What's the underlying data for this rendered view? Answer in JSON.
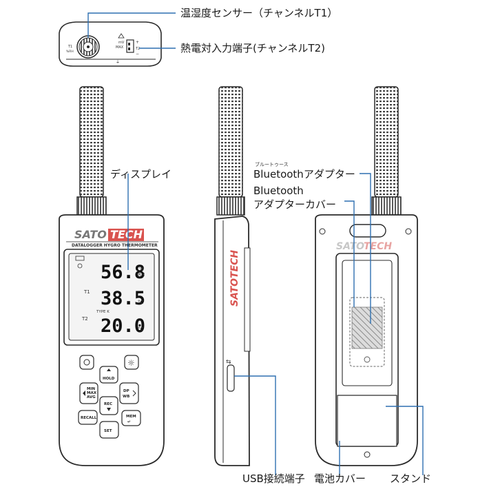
{
  "callouts": {
    "sensor_t1": "温湿度センサー（チャンネルT1）",
    "thermocouple_t2": "熱電対入力端子(チャンネルT2)",
    "display": "ディスプレイ",
    "bluetooth_ruby": "ブルートゥース",
    "bluetooth_adapter": "Bluetoothアダプター",
    "bluetooth_cover_line1": "Bluetooth",
    "bluetooth_cover_line2": "アダプターカバー",
    "usb_port": "USB接続端子",
    "battery_cover": "電池カバー",
    "stand": "スタンド"
  },
  "top_view": {
    "t1_label": "T1",
    "rh_label": "%RH",
    "mv_label": "mV",
    "max_label": "MAX",
    "t2_label": "T2",
    "plus": "+",
    "minus": "−"
  },
  "front": {
    "brand_sato": "SATO",
    "brand_tech": "TECH",
    "model_name": "DATALOGGER HYGRO THERMOMETER",
    "lcd_row1_value": "56.8",
    "lcd_row1_unit_top": "%",
    "lcd_row1_unit_bottom": "RH",
    "lcd_row2_channel": "T1",
    "lcd_row2_value": "38.5",
    "lcd_row2_unit": "°C",
    "lcd_row3_type": "TYPE K",
    "lcd_row3_channel": "T2",
    "lcd_row3_value": "20.0",
    "lcd_row3_unit": "°C",
    "btn_hold": "HOLD",
    "btn_min": "MIN",
    "btn_max": "MAX",
    "btn_avg": "AVG",
    "btn_dp": "DP",
    "btn_wb": "WB",
    "btn_rec": "REC",
    "btn_recall": "RECALL",
    "btn_mem": "MEM",
    "btn_set": "SET"
  },
  "side": {
    "brand": "SATOTECH"
  },
  "back": {
    "brand_sato": "SATO",
    "brand_tech": "TECH"
  },
  "colors": {
    "pointer_line": "#2d6fb0",
    "brand_red": "#d9534f",
    "device_outline": "#2a2a2a",
    "lcd_bg": "#f4f4f4"
  }
}
